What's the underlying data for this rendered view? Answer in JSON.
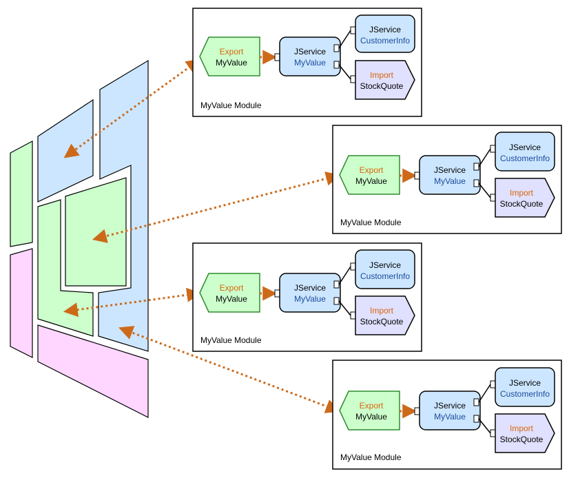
{
  "colors": {
    "export_fill": "#ccffcc",
    "export_stroke": "#2e8b2e",
    "export_label": "#d9650a",
    "service_fill": "#cce6ff",
    "service_label": "#1a4a9a",
    "import_fill": "#e0e0ff",
    "import_label": "#d9650a",
    "arrow": "#cc6a1a",
    "pane_blue": "#cce6ff",
    "pane_green": "#ccffcc",
    "pane_pink": "#ffd6ff"
  },
  "modules": [
    {
      "export": {
        "line1": "Export",
        "line2": "MyValue"
      },
      "component": {
        "line1": "JService",
        "line2": "MyValue"
      },
      "reference": {
        "line1": "JService",
        "line2": "CustomerInfo"
      },
      "import": {
        "line1": "Import",
        "line2": "StockQuote"
      },
      "caption": "MyValue Module"
    },
    {
      "export": {
        "line1": "Export",
        "line2": "MyValue"
      },
      "component": {
        "line1": "JService",
        "line2": "MyValue"
      },
      "reference": {
        "line1": "JService",
        "line2": "CustomerInfo"
      },
      "import": {
        "line1": "Import",
        "line2": "StockQuote"
      },
      "caption": "MyValue Module"
    },
    {
      "export": {
        "line1": "Export",
        "line2": "MyValue"
      },
      "component": {
        "line1": "JService",
        "line2": "MyValue"
      },
      "reference": {
        "line1": "JService",
        "line2": "CustomerInfo"
      },
      "import": {
        "line1": "Import",
        "line2": "StockQuote"
      },
      "caption": "MyValue Module"
    },
    {
      "export": {
        "line1": "Export",
        "line2": "MyValue"
      },
      "component": {
        "line1": "JService",
        "line2": "MyValue"
      },
      "reference": {
        "line1": "JService",
        "line2": "CustomerInfo"
      },
      "import": {
        "line1": "Import",
        "line2": "StockQuote"
      },
      "caption": "MyValue Module"
    }
  ]
}
